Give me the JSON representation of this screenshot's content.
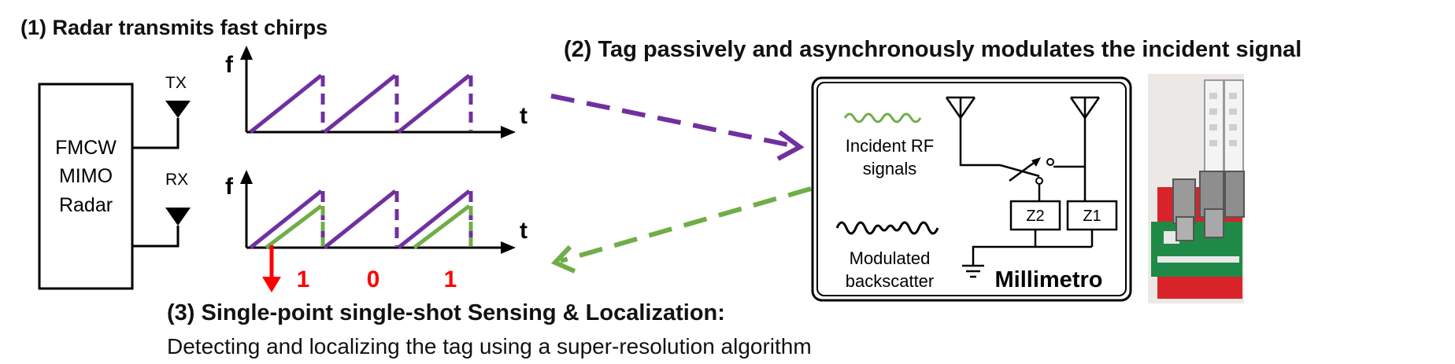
{
  "steps": {
    "step1": "(1) Radar transmits fast chirps",
    "step2": "(2) Tag passively and asynchronously modulates the incident signal",
    "step3_title": "(3) Single-point single-shot Sensing & Localization:",
    "step3_desc": "Detecting and localizing the tag using a super-resolution algorithm"
  },
  "radar": {
    "box_lines": [
      "FMCW",
      "MIMO",
      "Radar"
    ],
    "tx_label": "TX",
    "rx_label": "RX"
  },
  "plots": {
    "f_label": "f",
    "t_label": "t",
    "bits": [
      "1",
      "0",
      "1"
    ]
  },
  "tag": {
    "incident_label": [
      "Incident RF",
      "signals"
    ],
    "modulated_label": [
      "Modulated",
      "backscatter"
    ],
    "z2_label": "Z2",
    "z1_label": "Z1",
    "name": "Millimetro"
  },
  "colors": {
    "purple": "#7030A0",
    "green": "#70AD47",
    "red": "#FF0000"
  }
}
